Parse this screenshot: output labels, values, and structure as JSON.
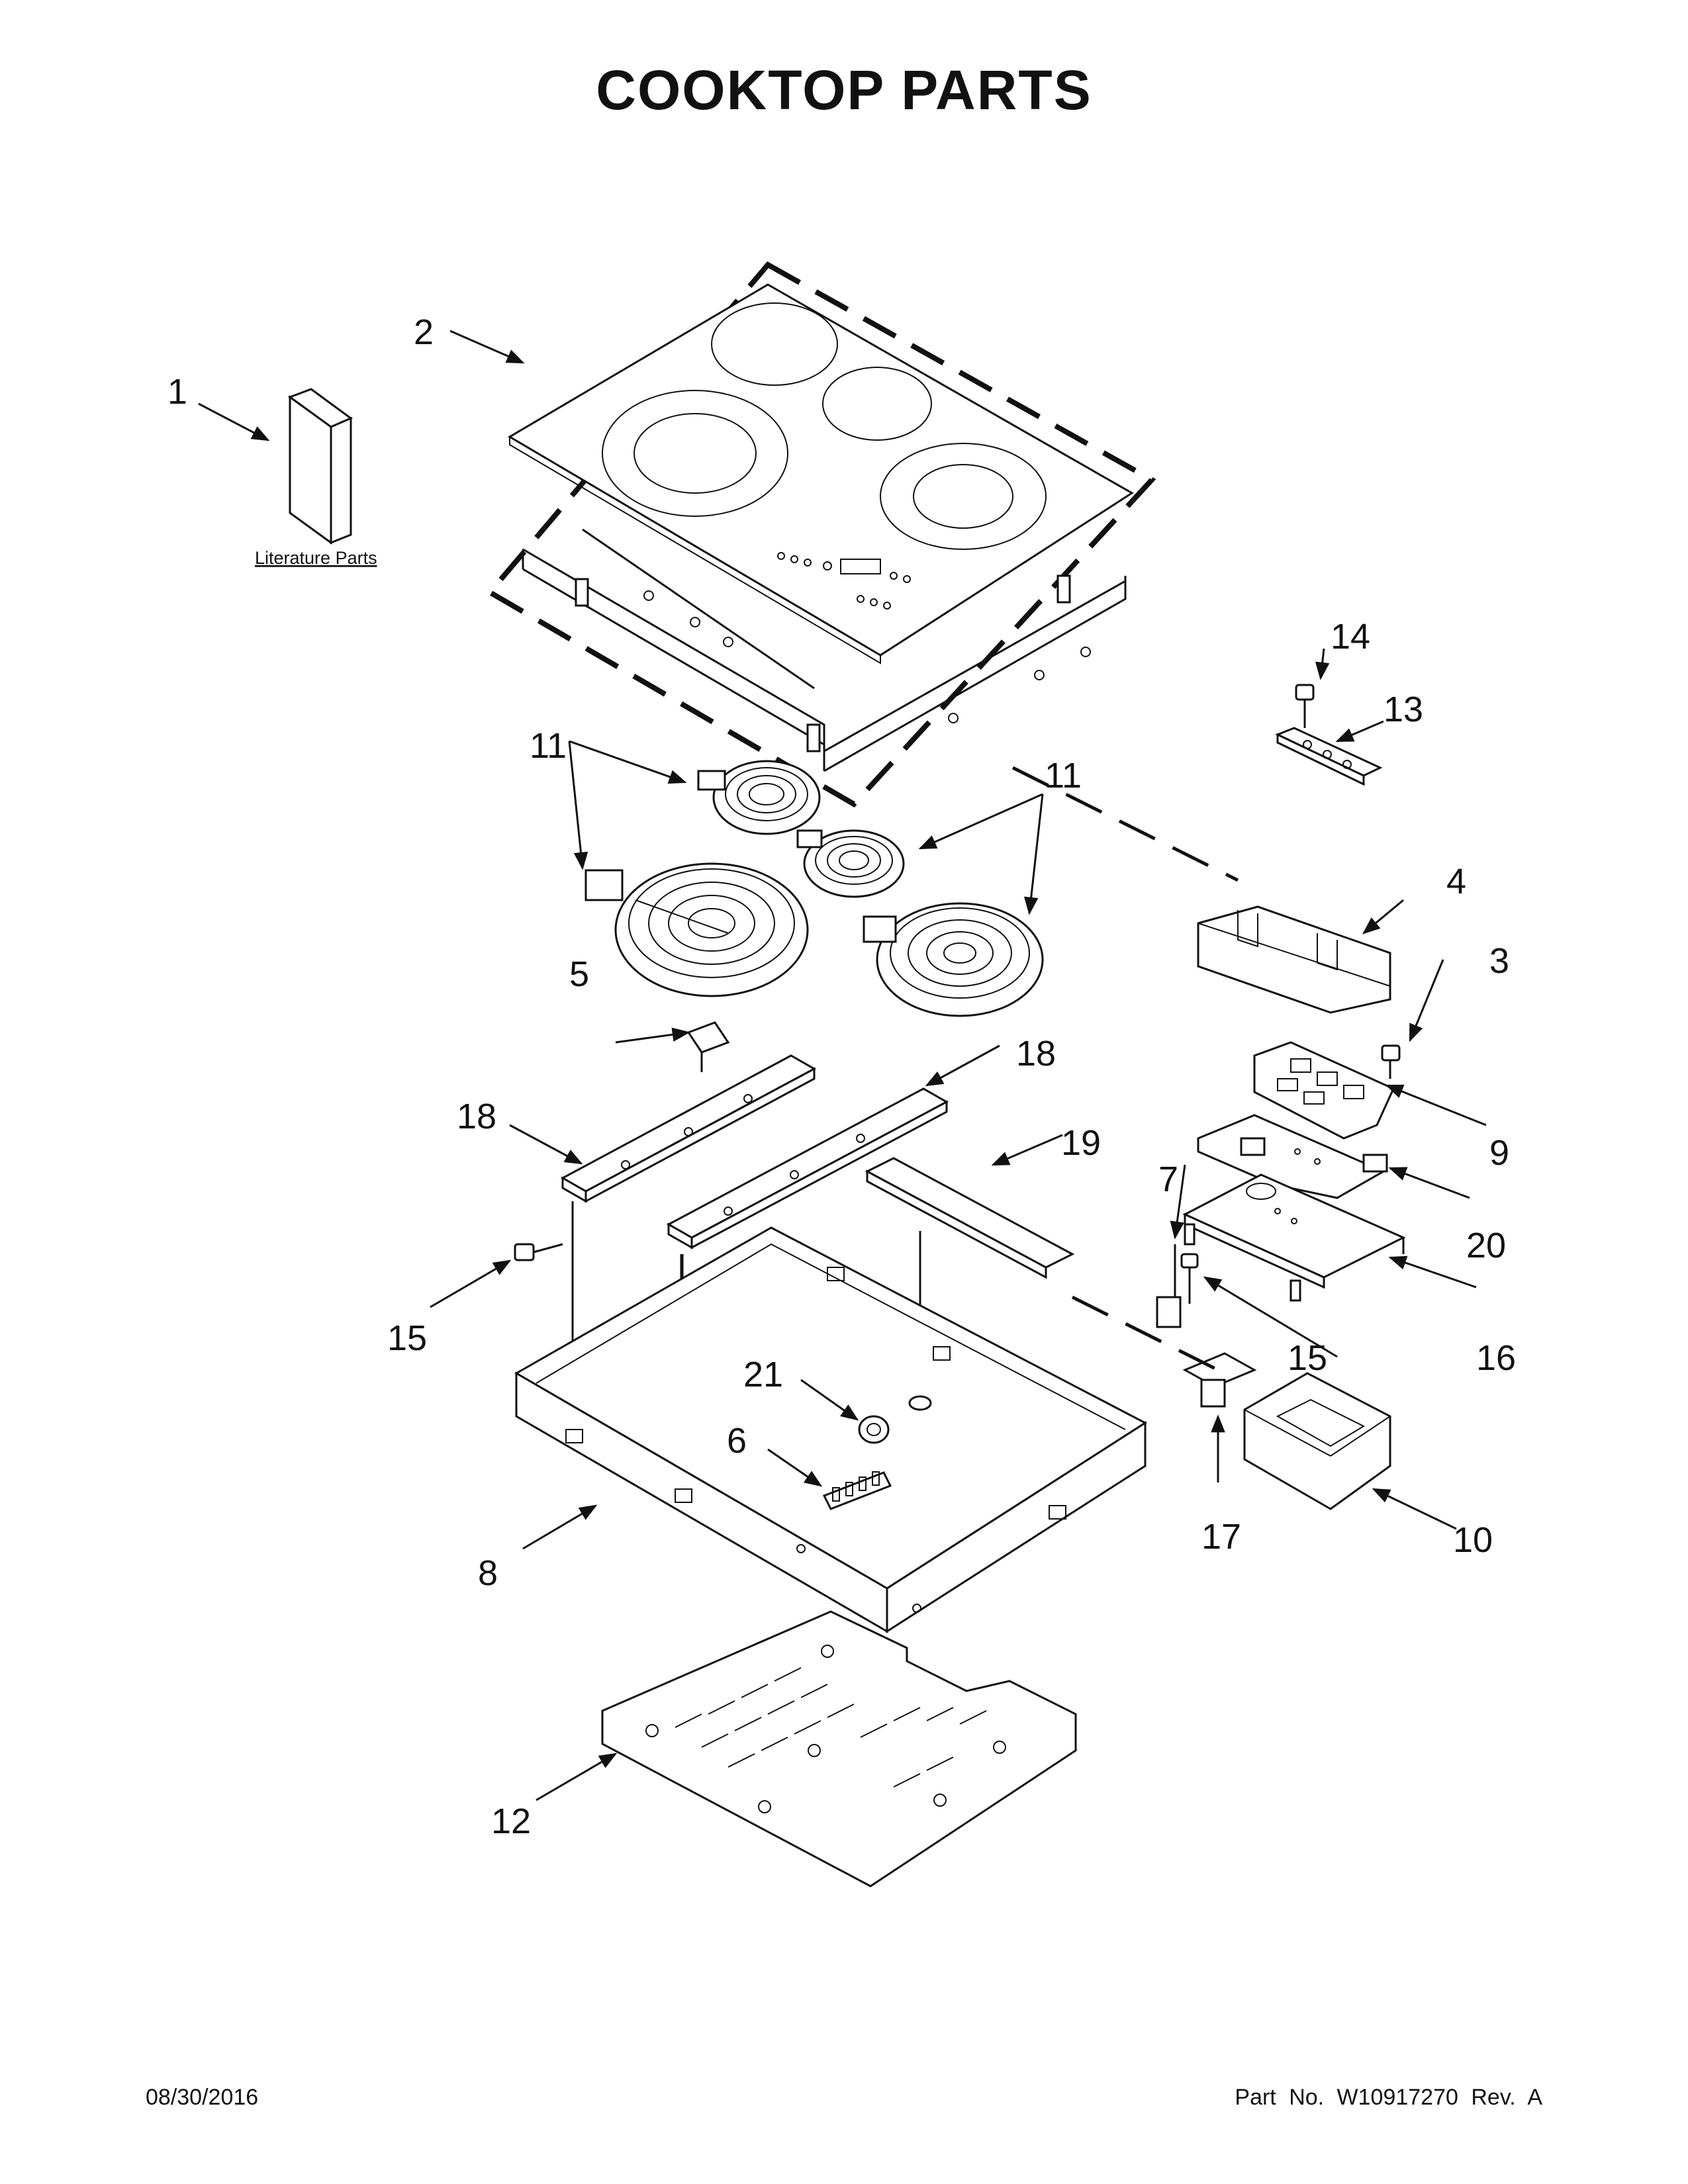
{
  "title": "COOKTOP PARTS",
  "footer": {
    "date": "08/30/2016",
    "part_no": "Part No.  W10917270  Rev.  A"
  },
  "literature_label": "Literature Parts",
  "callouts": {
    "c1": "1",
    "c2": "2",
    "c3": "3",
    "c4": "4",
    "c5": "5",
    "c6": "6",
    "c7": "7",
    "c8": "8",
    "c9": "9",
    "c10": "10",
    "c11a": "11",
    "c11b": "11",
    "c12": "12",
    "c13": "13",
    "c14": "14",
    "c15a": "15",
    "c15b": "15",
    "c16": "16",
    "c17": "17",
    "c18a": "18",
    "c18b": "18",
    "c19": "19",
    "c20": "20",
    "c21": "21"
  }
}
